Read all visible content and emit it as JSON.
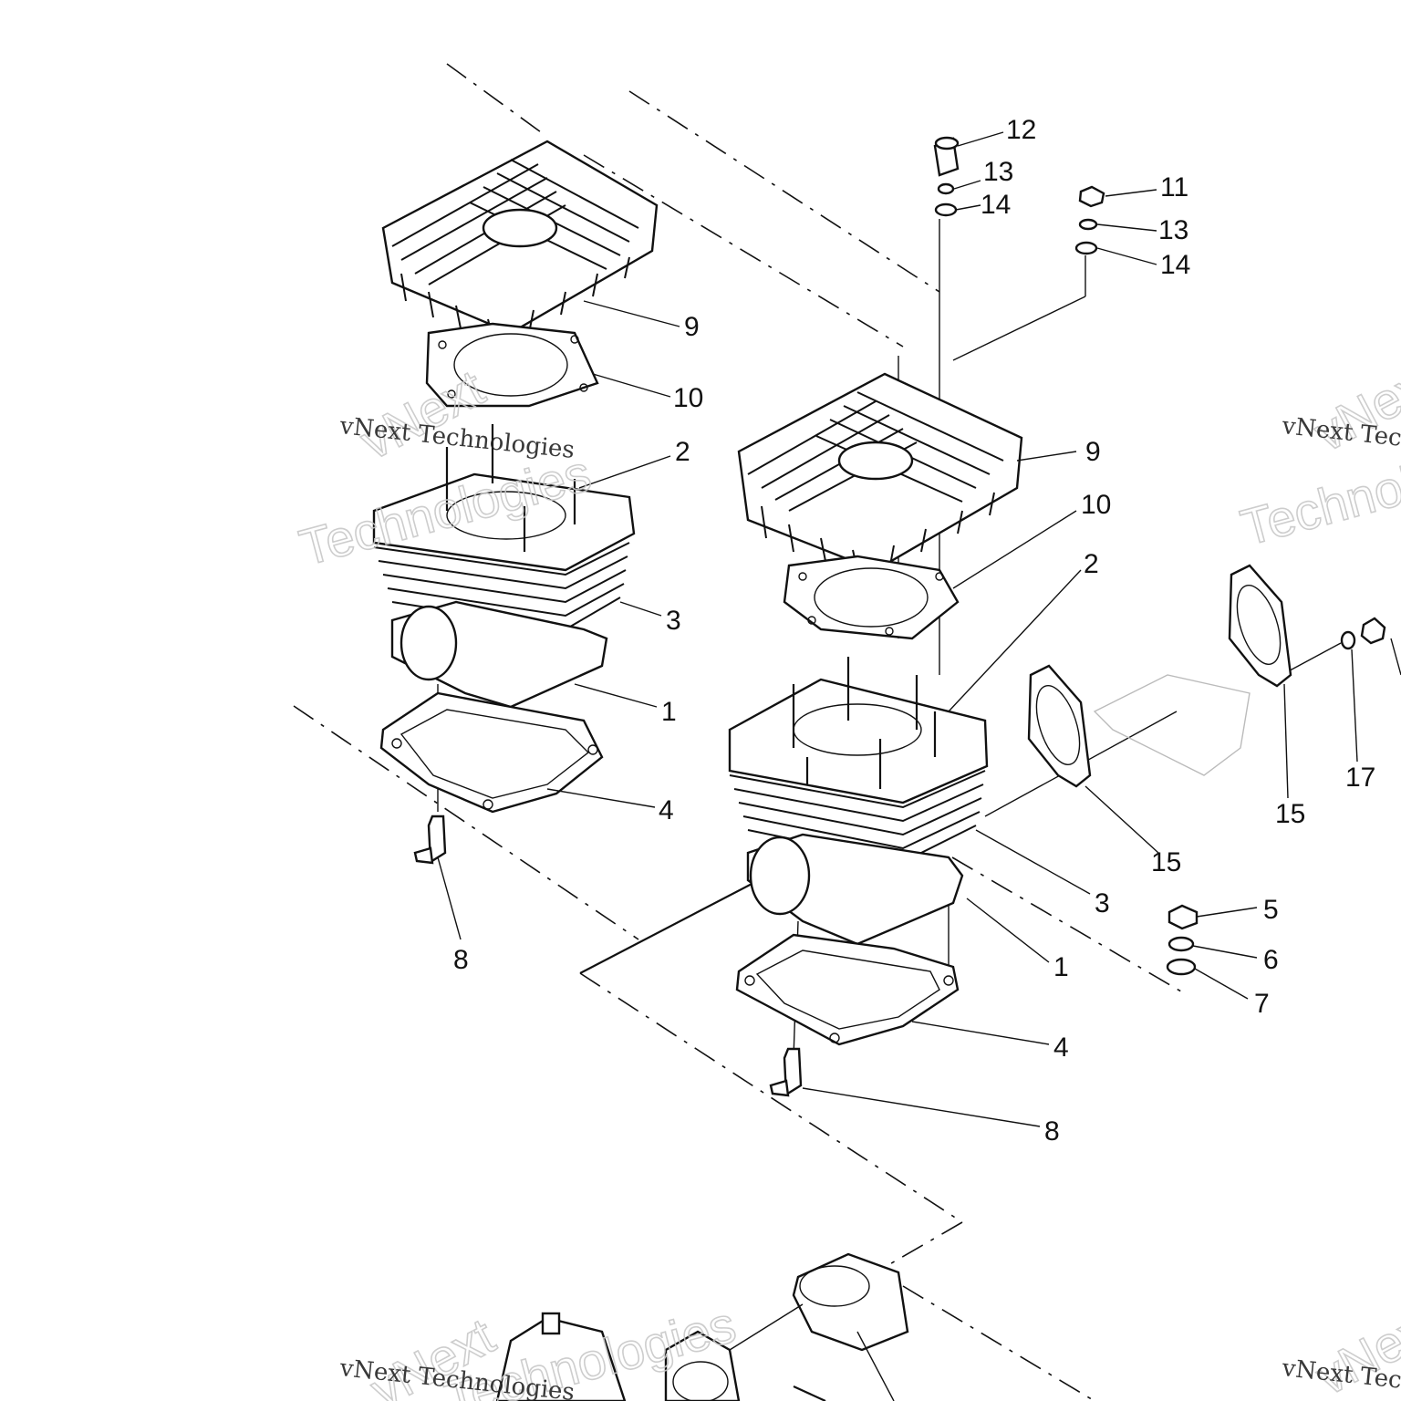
{
  "watermark": {
    "line1": "vNext Technologies",
    "big1": "vNext",
    "big2": "Technologies"
  },
  "callouts": [
    "1",
    "2",
    "3",
    "4",
    "5",
    "6",
    "7",
    "8",
    "9",
    "10",
    "11",
    "12",
    "13",
    "14",
    "15",
    "17"
  ]
}
